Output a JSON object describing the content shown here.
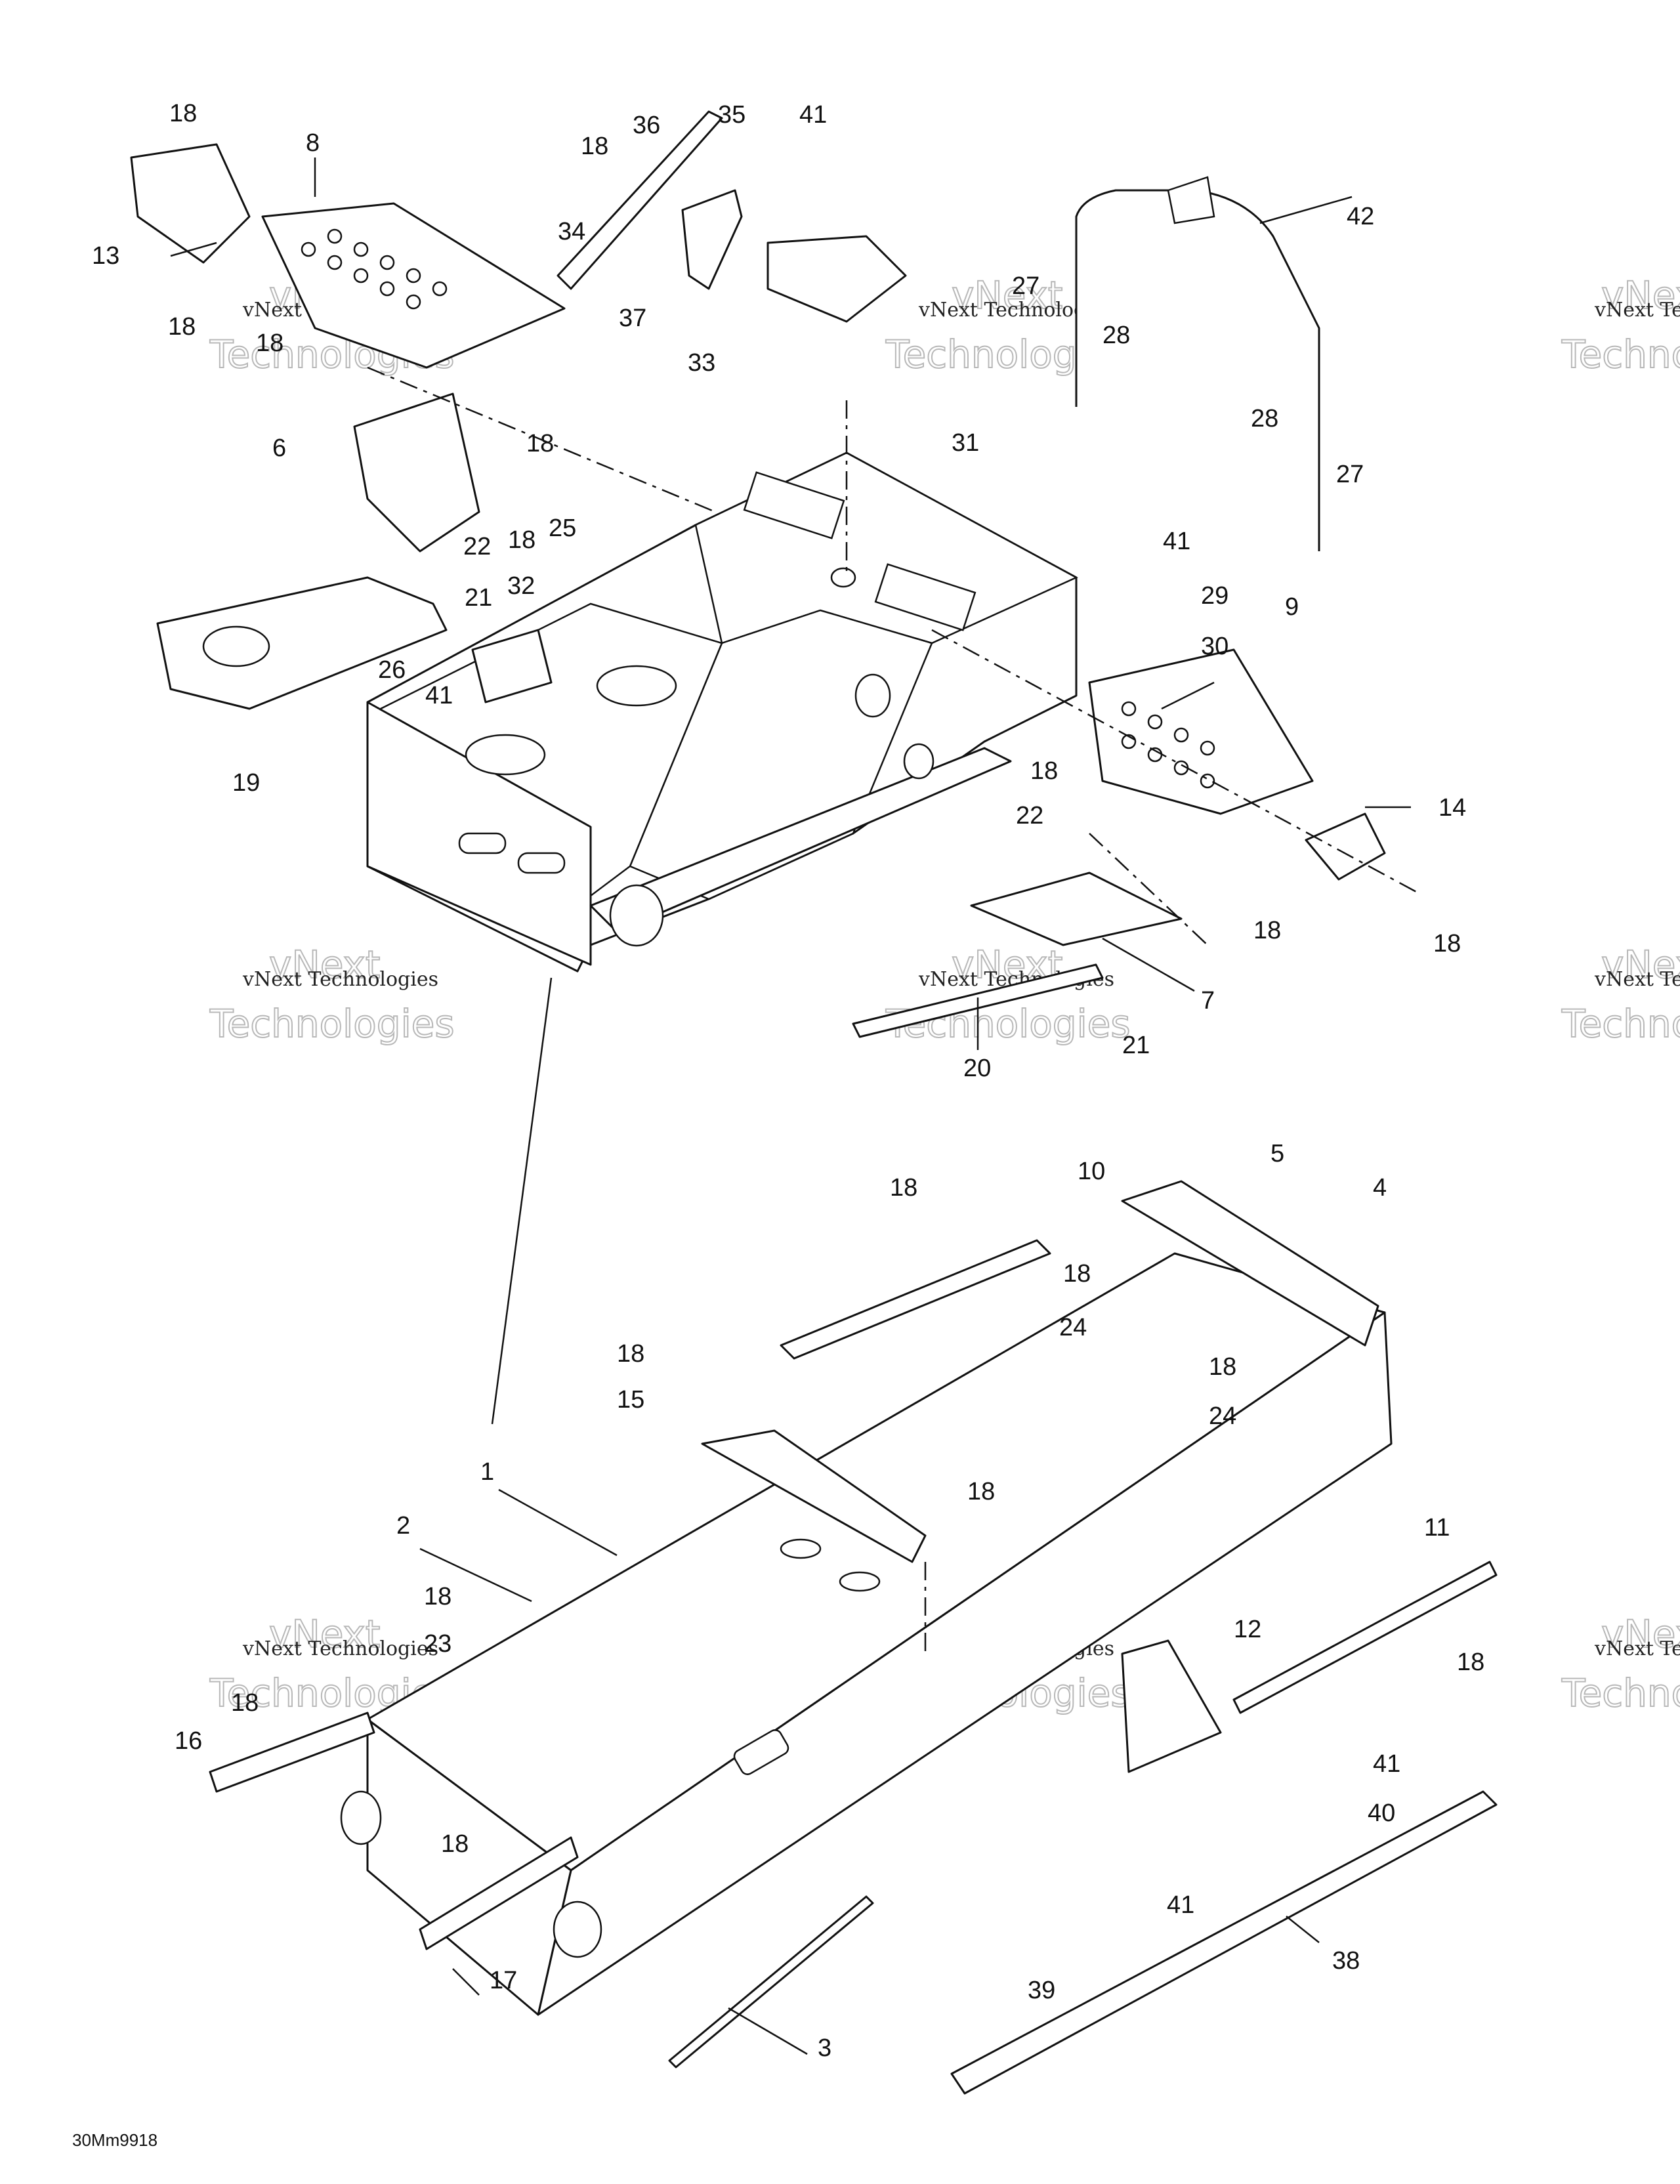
{
  "diagram": {
    "reference_code": "30Mm9918",
    "watermark_text": "vNext Technologies",
    "watermark_big_1": "vNext",
    "watermark_big_2": "Technologies",
    "callouts": [
      "18",
      "8",
      "13",
      "18",
      "18",
      "36",
      "35",
      "41",
      "18",
      "34",
      "37",
      "33",
      "42",
      "27",
      "28",
      "28",
      "27",
      "6",
      "18",
      "31",
      "22",
      "18",
      "25",
      "41",
      "29",
      "32",
      "21",
      "26",
      "41",
      "30",
      "9",
      "19",
      "14",
      "18",
      "22",
      "18",
      "18",
      "7",
      "21",
      "20",
      "5",
      "18",
      "10",
      "4",
      "18",
      "24",
      "18",
      "18",
      "24",
      "15",
      "1",
      "18",
      "2",
      "18",
      "11",
      "23",
      "12",
      "18",
      "18",
      "16",
      "41",
      "40",
      "18",
      "17",
      "41",
      "38",
      "39",
      "3"
    ]
  }
}
